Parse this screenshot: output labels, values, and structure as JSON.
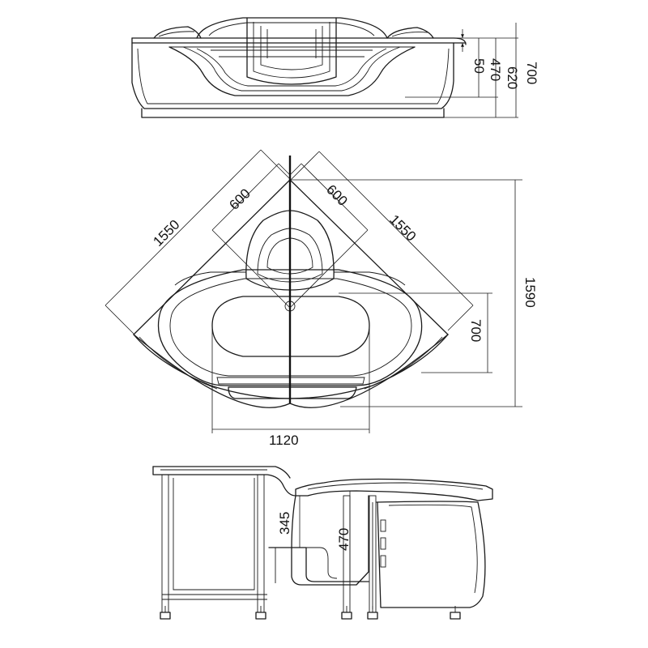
{
  "top_view": {
    "dim_50": "50",
    "dim_470": "470",
    "dim_620": "620",
    "dim_700": "700"
  },
  "plan_view": {
    "dim_600_left": "600",
    "dim_600_right": "600",
    "dim_1550_left": "1550",
    "dim_1550_right": "1550",
    "dim_1590": "1590",
    "dim_700": "700",
    "dim_1120": "1120"
  },
  "section_view": {
    "dim_345": "345",
    "dim_470": "470"
  }
}
